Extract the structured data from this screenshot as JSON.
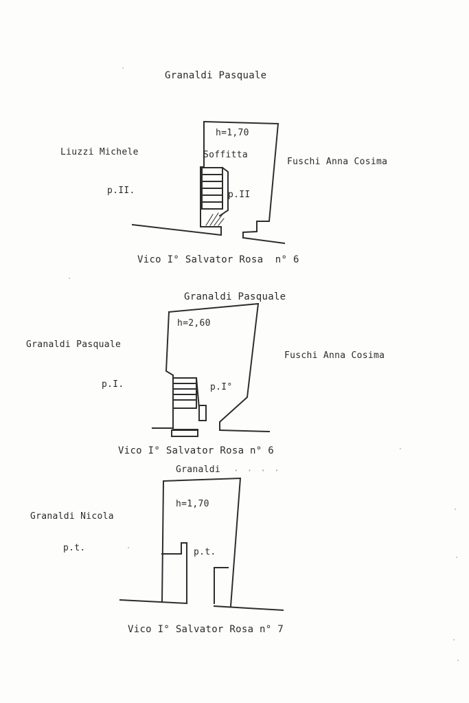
{
  "plan_p2": {
    "north": "Granaldi Pasquale",
    "west": "Liuzzi Michele",
    "east": "Fuschi Anna Cosima",
    "height": "h=1,70",
    "room": "Soffitta",
    "floor_left": "p.II.",
    "floor_right": "p.II",
    "street": "Vico I° Salvator Rosa",
    "number": "n° 6"
  },
  "plan_p1": {
    "north": "Granaldi Pasquale",
    "west": "Granaldi Pasquale",
    "east": "Fuschi Anna Cosima",
    "height": "h=2,60",
    "floor_left": "p.I.",
    "floor_right": "p.I°",
    "street": "Vico I° Salvator Rosa n° 6"
  },
  "plan_pt": {
    "north": "Granaldi",
    "west": "Granaldi Nicola",
    "height": "h=1,70",
    "floor_left": "p.t.",
    "floor_right": "p.t.",
    "street": "Vico I° Salvator Rosa n° 7"
  }
}
